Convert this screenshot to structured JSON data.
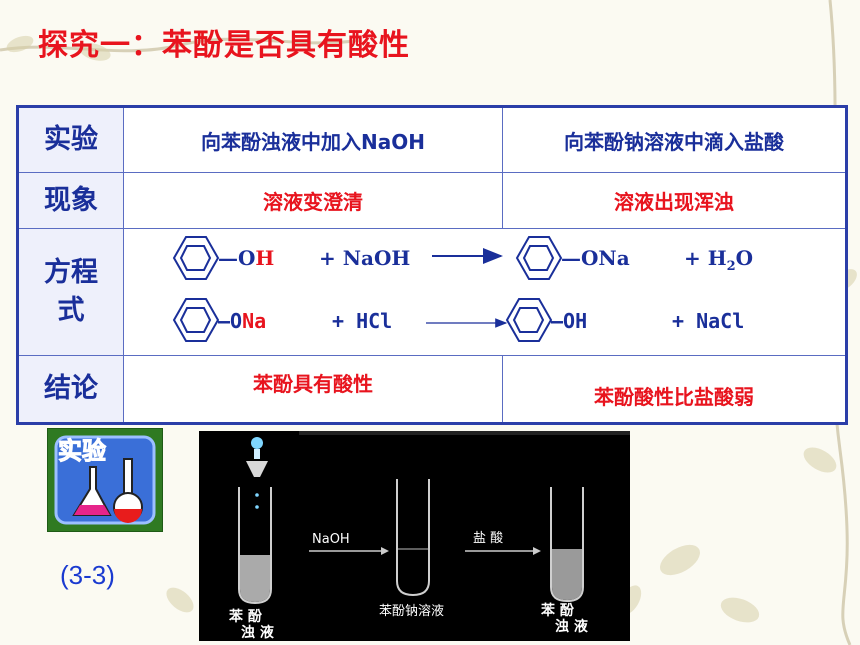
{
  "title": "探究一：苯酚是否具有酸性",
  "table": {
    "row_labels": {
      "experiment": "实验",
      "phenomenon": "现象",
      "equation_line1": "方程",
      "equation_line2": "式",
      "conclusion": "结论"
    },
    "experiment": {
      "left": "向苯酚浊液中加入NaOH",
      "right": "向苯酚钠溶液中滴入盐酸"
    },
    "phenomenon": {
      "left": "溶液变澄清",
      "right": "溶液出现浑浊"
    },
    "equations": {
      "eq1": {
        "reactant_group_o": "—O",
        "reactant_group_h": "H",
        "plus_reagent": "+ NaOH",
        "product_group": "—ONa",
        "plus_product": "+ H",
        "subscript": "2",
        "product_tail": "O"
      },
      "eq2": {
        "reactant_group_o": "—O",
        "reactant_group_na": "Na",
        "plus_reagent": "+ HCl",
        "product_group": "—OH",
        "plus_product": "+ NaCl"
      }
    },
    "conclusion": {
      "left": "苯酚具有酸性",
      "right": "苯酚酸性比盐酸弱"
    }
  },
  "icon_label": "实验",
  "experiment_code": "(3-3)",
  "photo": {
    "tube1_label_line1": "苯 酚",
    "tube1_label_line2": "浊 液",
    "arrow1_label": "NaOH",
    "tube2_label": "苯酚钠溶液",
    "arrow2_label": "盐 酸",
    "tube3_label_line1": "苯 酚",
    "tube3_label_line2": "浊 液"
  },
  "colors": {
    "title_red": "#e8141e",
    "table_blue": "#1a2f9a",
    "border_blue": "#2b3ea8",
    "icon_green": "#2f7a22"
  }
}
